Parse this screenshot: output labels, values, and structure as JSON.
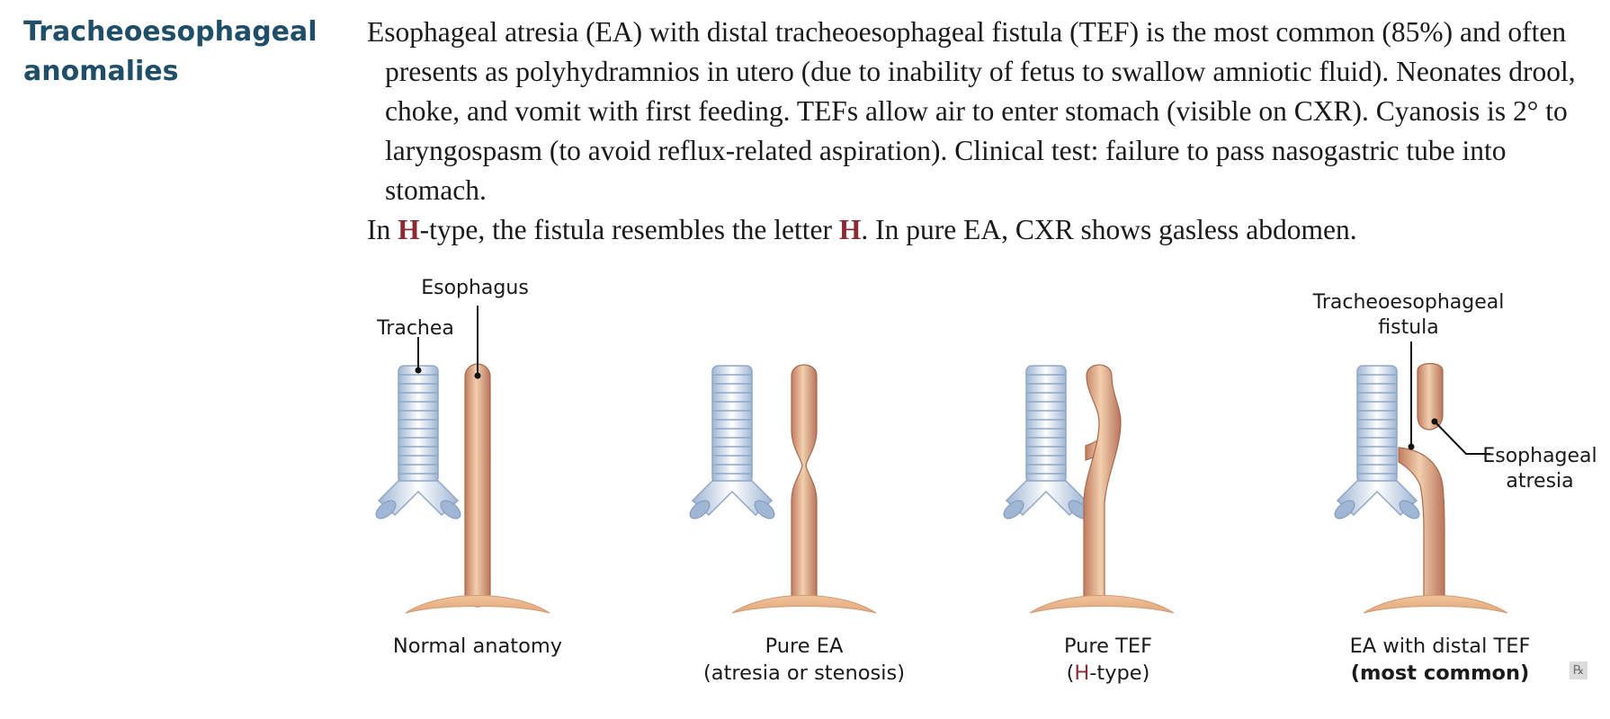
{
  "section": {
    "title_line1": "Tracheoesophageal",
    "title_line2": "anomalies"
  },
  "body": {
    "para1": "Esophageal atresia (EA) with distal tracheoesophageal fistula (TEF) is the most common (85%) and often presents as polyhydramnios in utero (due to inability of fetus to swallow amniotic fluid). Neonates drool, choke, and vomit with first feeding. TEFs allow air to enter stomach (visible on CXR). Cyanosis is 2° to laryngospasm (to avoid reflux-related aspiration). Clinical test: failure to pass nasogastric tube into stomach.",
    "para2_a": "In ",
    "para2_h1": "H",
    "para2_b": "-type, the fistula resembles the letter ",
    "para2_h2": "H",
    "para2_c": ". In pure EA, CXR shows gasless abdomen."
  },
  "figure": {
    "labels": {
      "esophagus": "Esophagus",
      "trachea": "Trachea",
      "tef_line1": "Tracheoesophageal",
      "tef_line2": "fistula",
      "ea_line1": "Esophageal",
      "ea_line2": "atresia"
    },
    "captions": {
      "normal": "Normal anatomy",
      "pure_ea_line1": "Pure EA",
      "pure_ea_line2": "(atresia or stenosis)",
      "pure_tef_line1": "Pure TEF",
      "pure_tef_h": "H",
      "pure_tef_rest": "-type)",
      "pure_tef_paren": "(",
      "ea_tef_line1": "EA with distal TEF",
      "ea_tef_line2": "(most common)"
    },
    "colors": {
      "highlight": "#8c2a33",
      "esophagus": "#c88a6c",
      "trachea": "#b9cbe3",
      "stomach": "#e8b68c"
    }
  },
  "icons": {
    "corner": "rx-icon",
    "corner_glyph": "℞"
  }
}
